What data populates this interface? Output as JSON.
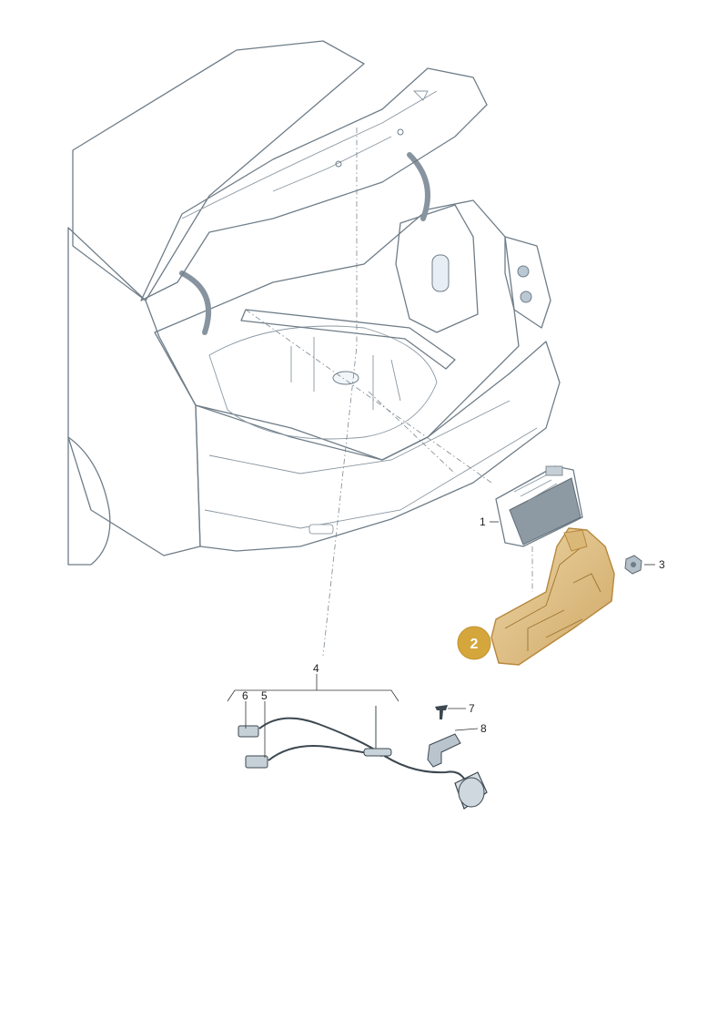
{
  "callouts": {
    "c1": "1",
    "c2": "2",
    "c3": "3",
    "c4": "4",
    "c5": "5",
    "c6": "6",
    "c7": "7",
    "c8": "8"
  },
  "colors": {
    "car_fill": "#dfe9f0",
    "car_shadow": "#c3d3df",
    "car_outline": "#6f7d88",
    "highlight_part": "#e2c58e",
    "highlight_outline": "#b8873c",
    "badge": "#d4a63c",
    "module_fill": "#d5dde3",
    "module_dark": "#8e9aa3"
  },
  "icons": [
    "car-trunk-illustration",
    "control-module",
    "bracket-part",
    "nut",
    "antenna-cable",
    "clip",
    "holder"
  ]
}
